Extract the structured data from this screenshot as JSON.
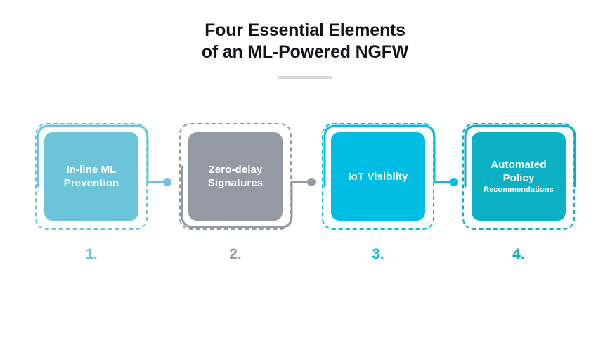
{
  "header": {
    "title_line1": "Four Essential Elements",
    "title_line2": "of an ML-Powered NGFW"
  },
  "theme": {
    "title_color": "#111418",
    "divider_color": "#d8d8d8",
    "background": "#ffffff"
  },
  "cards": [
    {
      "number": "1.",
      "label": "In-line ML Prevention",
      "sub": "",
      "color": "#6BC4D9",
      "outline_route": "top",
      "has_connector": true
    },
    {
      "number": "2.",
      "label": "Zero-delay Signatures",
      "sub": "",
      "color": "#949AA3",
      "outline_route": "bottom",
      "has_connector": true
    },
    {
      "number": "3.",
      "label": "IoT Visiblity",
      "sub": "",
      "color": "#00BDE3",
      "outline_route": "top",
      "has_connector": true
    },
    {
      "number": "4.",
      "label": "Automated Policy",
      "sub": "Recommendations",
      "color": "#0BB0C4",
      "outline_route": "top",
      "has_connector": false
    }
  ]
}
